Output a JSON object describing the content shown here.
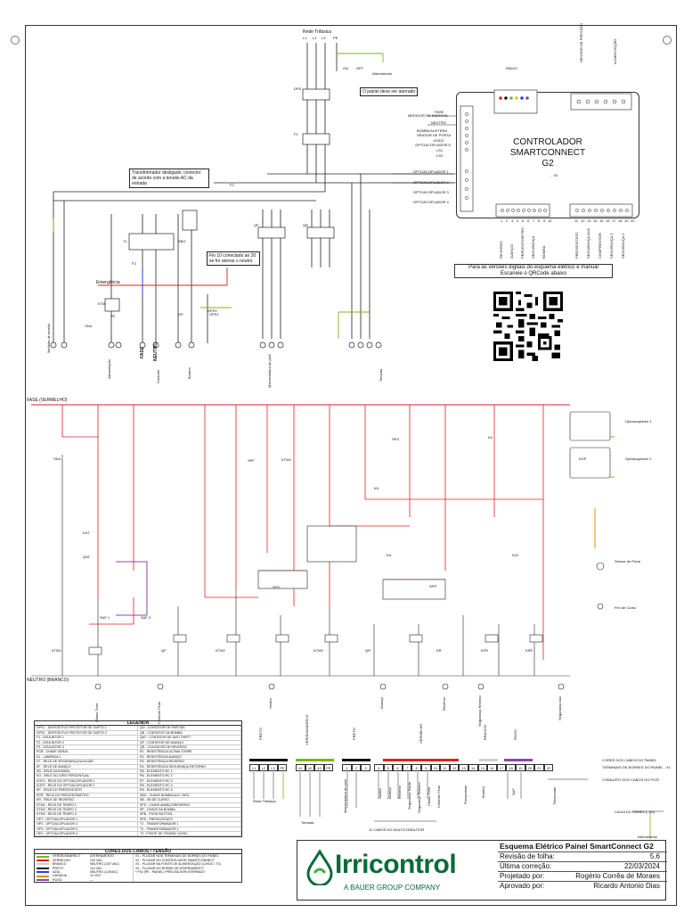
{
  "diagram": {
    "power_section": {
      "supply_title": "Rede Trifásica",
      "phases": [
        "L1",
        "L2",
        "L3",
        "PE"
      ],
      "switch_labels": [
        "ON",
        "OFF"
      ],
      "ground_label": "Aterramento",
      "panel_note": "O painel deve ser aterrado",
      "transformer_note": "Transformador desligado, conector de acordo com a tensão AC da entrada",
      "neutral_note": "Fio 10 conectado ao 20 se for aterrar o neutro",
      "emergency_label": "Emergência",
      "component_tags": [
        "DPS",
        "QF",
        "QB",
        "F1",
        "F2",
        "F3",
        "T1",
        "SBG",
        "DPS3",
        "SDA",
        "KTM",
        "GP",
        "RI",
        "OPS2"
      ],
      "output_labels": [
        "Medidor de tensão",
        "Alimentação",
        "FASE",
        "NEUTRO",
        "Controle",
        "Bomba",
        "Motoredutora do pivô",
        "Tomada"
      ]
    },
    "controller": {
      "title_lines": [
        "CONTROLADOR",
        "SMARTCONNECT",
        "G2"
      ],
      "connector_label": "- X2",
      "radio_label": "RÁDIO",
      "pressure_label": "SENSOR DE PRESSÃO",
      "power_label": "ALIMENTAÇÃO",
      "left_inputs": [
        "MEDIDOR DE ENERGIA",
        "FASE",
        "NEUTRO",
        "BOMBA AUXTERA",
        "SENSOR DE PORTA",
        "12VDC",
        "OPTOACOPLADOR 5",
        "LS1",
        "LS2"
      ],
      "opto_inputs": [
        "OPTOACOPLADOR 1",
        "OPTOACOPLADOR 2",
        "OPTOACOPLADOR 3",
        "OPTOACOPLADOR 4"
      ],
      "bottom_left_pins": [
        "1",
        "2",
        "3",
        "4",
        "5",
        "6",
        "7",
        "8",
        "9",
        "10"
      ],
      "bottom_left_labels": [
        "REVERSO",
        "AVANÇO",
        "PERCENTIMETRO",
        "SEGURANÇA",
        "BOMBA"
      ],
      "bottom_right_pins": [
        "11",
        "12",
        "13",
        "14",
        "15",
        "16",
        "17",
        "18",
        "19",
        "20"
      ],
      "bottom_right_labels": [
        "PRESSOSTATO",
        "SEGURANÇA AUX",
        "COMPRESSOR",
        "SEGURANÇA 1",
        "SEGURANÇA 2"
      ]
    },
    "qr": {
      "caption_line1": "Para as versões digitais do esquema elétrico e manual",
      "caption_line2": "Escaneie o QRCode abaixo"
    },
    "control_section": {
      "phase_label": "FASE (VERMELHO)",
      "neutral_label": "NEUTRO (BRANCO)",
      "opto_labels": [
        "Optoacoplador 1",
        "Optoacoplador 2"
      ],
      "sensor_label": "Sensor de Porta",
      "end_label": "Fim de Curso",
      "relay_tags": [
        "KTM1",
        "KTM2",
        "KTM3",
        "KTM4",
        "KAT",
        "KFR",
        "KRE",
        "KGP",
        "SFS",
        "SFR",
        "SPS",
        "SPF",
        "QAT",
        "SAF 1",
        "SAF 2",
        "SDA",
        "QF",
        "QR",
        "KR",
        "KA",
        "K5",
        "K6",
        "K10"
      ],
      "outputs": [
        "Último Torre",
        "Controle Final",
        "Neutro",
        "Avanço",
        "Reverso",
        "Segurança Retorno",
        "Segurança Aux"
      ]
    },
    "legend": {
      "title": "LEGENDA",
      "items": [
        "DPS1 - DISPOSITIVO PROTETOR DE SURTO 1",
        "QO - CONTATOR DE PARTIDA",
        "DPS2 - DISPOSITIVO PROTETOR DE SURTO 2",
        "QB - CONTATOR DA BOMBA",
        "F1 - DISJUNTOR 1",
        "QAT - CONTATOR DE ANTI THEFT",
        "F2 - DISJUNTOR 2",
        "QF - CONTATOR DE AVANÇO",
        "F3 - DISJUNTOR 3",
        "QR - CONTATOR DE REVERSO",
        "PCB - CHAVE GERAL",
        "R1 - RESISTÊNCIA ÚLTIMA TORRE",
        "K1 - LÂMPADA 1",
        "R2 - RESISTÊNCIA AVANÇO",
        "KT - RELÉ DE SEGURANÇA AUXILIAR",
        "R3 - RESISTÊNCIA REVERSO",
        "KF - RELÉ DE AVANÇO",
        "R4 - RESISTÊNCIA SEGURANÇA RETORNO",
        "KB - RELÉ DA BOMBA",
        "R5 - ELEMENTO RC 1",
        "KO - RELÉ DO GIRO PERCENTUAL",
        "R6 - ELEMENTO RC 2",
        "KOP1 - RELÉ DO OPTOACOPLADOR 1",
        "R7 - ELEMENTO RC 3",
        "KOP2 - RELÉ DO OPTOACOPLADOR 2",
        "R8 - ELEMENTO RC 4",
        "KP - RELÉ DO PRESSOSTATO",
        "R9 - ELEMENTO RC 5",
        "KPR - RELÉ DO PERCENTÍMETRO",
        "SBG - CHAVE BOMBA AUX / SEG",
        "KR - RELÉ DE REVERSO",
        "SB - SB DE CURSO",
        "KTM1 - RELÉ DE TEMPO 1",
        "SFS - CHAVE AVANÇO/REVERSO",
        "KTM2 - RELÉ DE TEMPO 2",
        "SP - CHAVE DA BOMBA",
        "KTM3 - RELÉ DE TEMPO 3",
        "SPB - PUSH BUTTON",
        "OP1 - OPTOACOPLADOR 1",
        "SPS - PRESSOSTATO",
        "OP2 - OPTOACOPLADOR 2",
        "T1 - TRANSFORMADOR 1",
        "OP3 - OPTOACOPLADOR 3",
        "T2 - TRANSFORMADOR 2",
        "OP4 - OPTOACOPLADOR 4",
        "T3 - FONTE DE TENSÃO 12VDC"
      ]
    },
    "cable_colors": {
      "title": "CORES DOS CABOS / TENSÃO",
      "rows": [
        {
          "name": "VERDE/AMARELO",
          "desc": "ATERRAMENTO",
          "color": "#7cb518"
        },
        {
          "name": "VERMELHO",
          "desc": "220 VAC",
          "color": "#e02020"
        },
        {
          "name": "BRANCO",
          "desc": "NEUTRO (220 VAC)",
          "color": "#cfcfcf"
        },
        {
          "name": "PRETO",
          "desc": "110 VAC",
          "color": "#111111"
        },
        {
          "name": "AZUL",
          "desc": "NEUTRO (110VAC)",
          "color": "#1e40ff"
        },
        {
          "name": "LARANJA",
          "desc": "12 VDC",
          "color": "#f08c00"
        },
        {
          "name": "ROXO",
          "desc": "—",
          "color": "#8e44ad"
        }
      ],
      "notes": [
        "X1 - PLUGAR NOS TERMINAIS DE BORNES DO PAINEL",
        "X2 - PLUGAR NO CONTROLADOR SMARTCONNECT",
        "X3 - PLUGAR NA FONTE DE ALIMENTAÇÃO (12VDC / T3)",
        "X4 - PLUGAR NO BORNE DE ATERRAMENTO",
        "* PIO (PE - PAINEL) PRECISA SER ATERRADO"
      ]
    },
    "terminal_block": {
      "groups": [
        {
          "name": "PRETO",
          "color": "#111111",
          "count": 4
        },
        {
          "name": "VERDE/AMARELO",
          "color": "#7cb518",
          "count": 4
        },
        {
          "name": "PRETO",
          "color": "#111111",
          "count": 3
        },
        {
          "name": "VERMELHO",
          "color": "#e02020",
          "count": 8
        },
        {
          "name": "BRANCO",
          "color": "#cfcfcf",
          "count": 2
        },
        {
          "name": "ROXO",
          "color": "#8e44ad",
          "count": 3
        }
      ],
      "numbers": [
        "L1",
        "L2",
        "L3",
        "PE",
        "41",
        "42",
        "43",
        "PE",
        "1",
        "2",
        "3",
        "4",
        "5",
        "6",
        "7",
        "8",
        "9",
        "10",
        "11",
        "12",
        "13",
        "14",
        "15",
        "16",
        "17",
        "18",
        "19",
        "20",
        "21",
        "22"
      ],
      "captions": [
        "Rede Trifásica",
        "Tomada",
        "Motoredutora do pivô",
        "11 CABOS DO MULTICONDUTOR",
        "Neutro",
        "Avanço",
        "Reverso",
        "Segurança Saída",
        "Segurança Retorno",
        "Último Torre",
        "Controle Final",
        "Pressostato",
        "Bomba",
        "SAF",
        "Reservado"
      ],
      "side_notes": [
        "CORES DOS CABOS DO PAINEL",
        "TERMINAIS DE BORNES DO PAINEL - X1",
        "CONDUÍTO DOS CABOS DO PIVÔ",
        "CAIXA DO PAINEL (- X4)",
        "Aterramento"
      ]
    },
    "title_block": {
      "brand": "Irricontrol",
      "brand_sub": "A BAUER GROUP COMPANY",
      "title": "Esquema Elétrico Painel SmartConnect G2",
      "rows": [
        {
          "key": "Revisão de folha:",
          "value": "5.6"
        },
        {
          "key": "Última correção:",
          "value": "22/03/2024"
        },
        {
          "key": "Projetado por:",
          "value": "Rogério Corrêa de Moraes"
        },
        {
          "key": "Aprovado por:",
          "value": "Ricardo Antonio Dias"
        }
      ]
    },
    "colors": {
      "phase_red": "#e02020",
      "neutral_gray": "#9a9a9a",
      "wire_black": "#222222",
      "ground_green": "#7cb518",
      "dc_orange": "#f08c00",
      "purple": "#8e44ad",
      "brand_green": "#0b6b3a"
    }
  }
}
